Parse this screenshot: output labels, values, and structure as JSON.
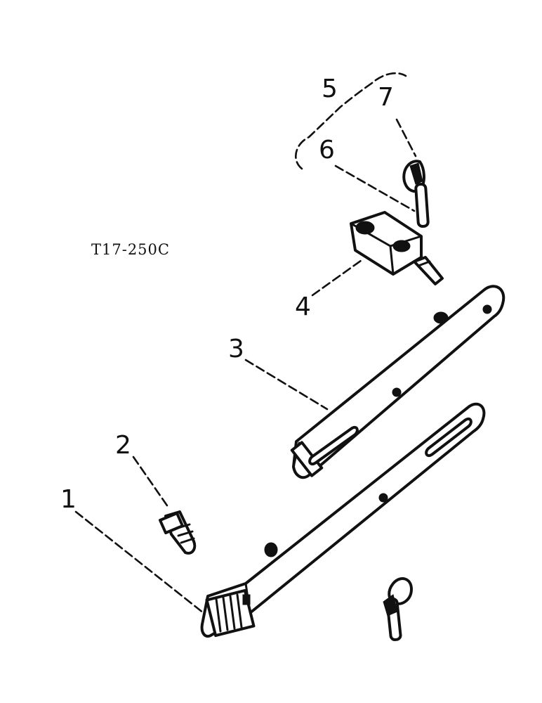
{
  "figure": {
    "code": "T17-250C",
    "colors": {
      "ink": "#111111",
      "paper": "#ffffff"
    }
  },
  "callouts": [
    {
      "id": "1",
      "label": "1"
    },
    {
      "id": "2",
      "label": "2"
    },
    {
      "id": "3",
      "label": "3"
    },
    {
      "id": "4",
      "label": "4"
    },
    {
      "id": "5",
      "label": "5"
    },
    {
      "id": "6",
      "label": "6"
    },
    {
      "id": "7",
      "label": "7"
    }
  ]
}
